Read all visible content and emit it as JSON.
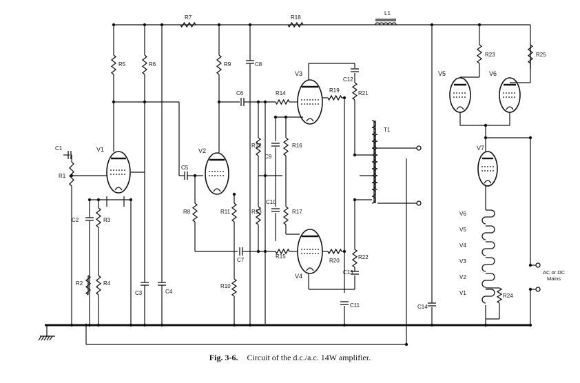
{
  "caption": {
    "figure_label": "Fig. 3-6.",
    "text": "Circuit of the d.c./a.c. 14W amplifier."
  },
  "labels": {
    "V1": "V1",
    "V2": "V2",
    "V3": "V3",
    "V4": "V4",
    "V5": "V5",
    "V6": "V6",
    "V7": "V7",
    "R1": "R1",
    "R2": "R2",
    "R3": "R3",
    "R4": "R4",
    "R5": "R5",
    "R6": "R6",
    "R7": "R7",
    "R8": "R8",
    "R9": "R9",
    "R10": "R10",
    "R11": "R11",
    "R12": "R12",
    "R13": "R13",
    "R14": "R14",
    "R15": "R15",
    "R16": "R16",
    "R17": "R17",
    "R18": "R18",
    "R19": "R19",
    "R20": "R20",
    "R21": "R21",
    "R22": "R22",
    "R23": "R23",
    "R24": "R24",
    "R25": "R25",
    "C1": "C1",
    "C2": "C2",
    "C3": "C3",
    "C4": "C4",
    "C5": "C5",
    "C6": "C6",
    "C7": "C7",
    "C8": "C8",
    "C9": "C9",
    "C10": "C10",
    "C11": "C11",
    "C12": "C12",
    "C13": "C13",
    "C14": "C14",
    "L1": "L1",
    "T1": "T1",
    "heater_V6": "V6",
    "heater_V5": "V5",
    "heater_V4": "V4",
    "heater_V3": "V3",
    "heater_V2": "V2",
    "heater_V1": "V1",
    "mains_line1": "AC or DC",
    "mains_line2": "Mains"
  }
}
